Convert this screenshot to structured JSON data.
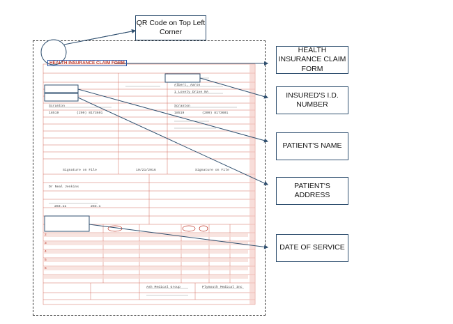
{
  "callouts": {
    "qr_code": "QR Code on Top Left Corner",
    "claim_form": "HEALTH INSURANCE CLAIM FORM",
    "insured_id": "INSURED'S I.D. NUMBER",
    "patient_name": "PATIENT'S NAME",
    "patient_address": "PATIENT'S ADDRESS",
    "date_of_service": "DATE OF SERVICE"
  },
  "form": {
    "title": "HEALTH INSURANCE CLAIM FORM",
    "signature": "Signature on File",
    "date": "10/21/2016",
    "insured_name": "Albert, Aaron",
    "address": "1 Lovely Drive NA",
    "city": "Scranton",
    "zip": "18519",
    "phone": "(209) 8173601",
    "dx1": "283.11",
    "dx2": "283.1",
    "provider": "Dr Neal Jenkins",
    "facility": "Ash Medical Group",
    "billing": "Plymouth Medical Inc"
  },
  "colors": {
    "form_red": "#c0392b",
    "highlight_blue": "#2a57a8",
    "arrow": "#2f4f6f"
  }
}
